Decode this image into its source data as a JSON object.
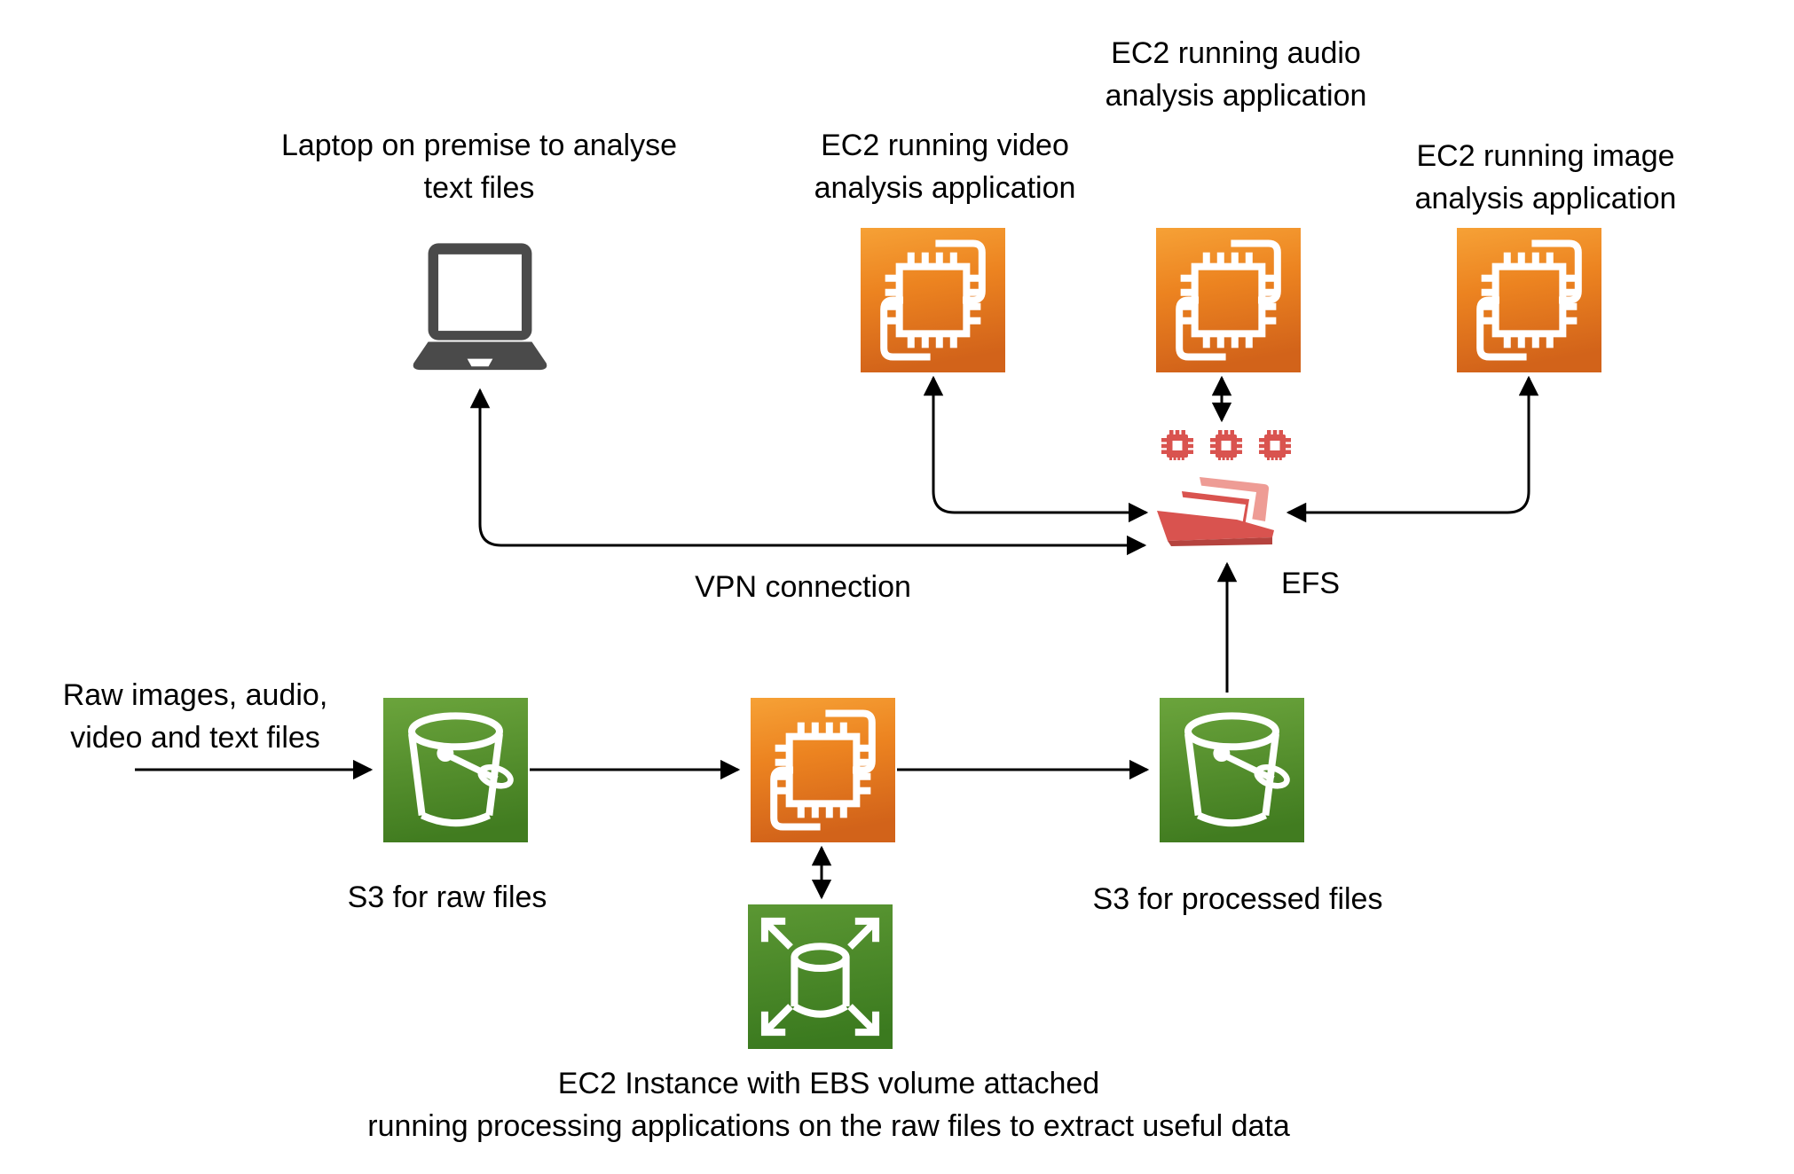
{
  "diagram_type": "aws-architecture",
  "nodes": {
    "laptop": {
      "label": "Laptop on premise to analyse\ntext files",
      "icon": "laptop-icon"
    },
    "ec2_video": {
      "label": "EC2 running video\nanalysis application",
      "icon": "ec2-icon"
    },
    "ec2_audio": {
      "label": "EC2 running audio\nanalysis application",
      "icon": "ec2-icon"
    },
    "ec2_image": {
      "label": "EC2 running image\nanalysis application",
      "icon": "ec2-icon"
    },
    "efs": {
      "label": "EFS",
      "icon": "efs-folder-icon"
    },
    "efs_clients": {
      "label": "",
      "icon": "chip-icon-x3"
    },
    "s3_raw": {
      "label": "S3 for raw files",
      "icon": "s3-bucket-icon"
    },
    "ec2_processing": {
      "label": "",
      "icon": "ec2-icon"
    },
    "s3_processed": {
      "label": "S3 for processed files",
      "icon": "s3-bucket-icon"
    },
    "ebs": {
      "label": "EC2 Instance with EBS volume attached\nrunning processing applications on the raw files to extract useful data",
      "icon": "ebs-volume-icon"
    }
  },
  "annotations": {
    "input_flow": "Raw images, audio,\nvideo and text files",
    "vpn": "VPN connection"
  },
  "edges": [
    {
      "from": "input",
      "to": "s3_raw",
      "bidirectional": false
    },
    {
      "from": "s3_raw",
      "to": "ec2_processing",
      "bidirectional": false
    },
    {
      "from": "ec2_processing",
      "to": "s3_processed",
      "bidirectional": false
    },
    {
      "from": "ec2_processing",
      "to": "ebs",
      "bidirectional": true
    },
    {
      "from": "s3_processed",
      "to": "efs",
      "bidirectional": false
    },
    {
      "from": "laptop",
      "to": "efs",
      "bidirectional": true,
      "label": "VPN connection"
    },
    {
      "from": "ec2_video",
      "to": "efs",
      "bidirectional": true
    },
    {
      "from": "ec2_audio",
      "to": "efs",
      "bidirectional": true
    },
    {
      "from": "ec2_image",
      "to": "efs",
      "bidirectional": true
    }
  ],
  "colors": {
    "ec2-orange-top": "#F59D30",
    "ec2-orange-bottom": "#D4641B",
    "s3-green-top": "#6BA43C",
    "s3-green-bottom": "#417C20",
    "ebs-green-top": "#579231",
    "ebs-green-bottom": "#3B7A1F",
    "efs-red": "#D9534F",
    "efs-red-light": "#EE9C95",
    "efs-red-dark": "#B5433E",
    "laptop-gray": "#4A4A4A",
    "arrow-black": "#000000",
    "text-black": "#000000"
  }
}
